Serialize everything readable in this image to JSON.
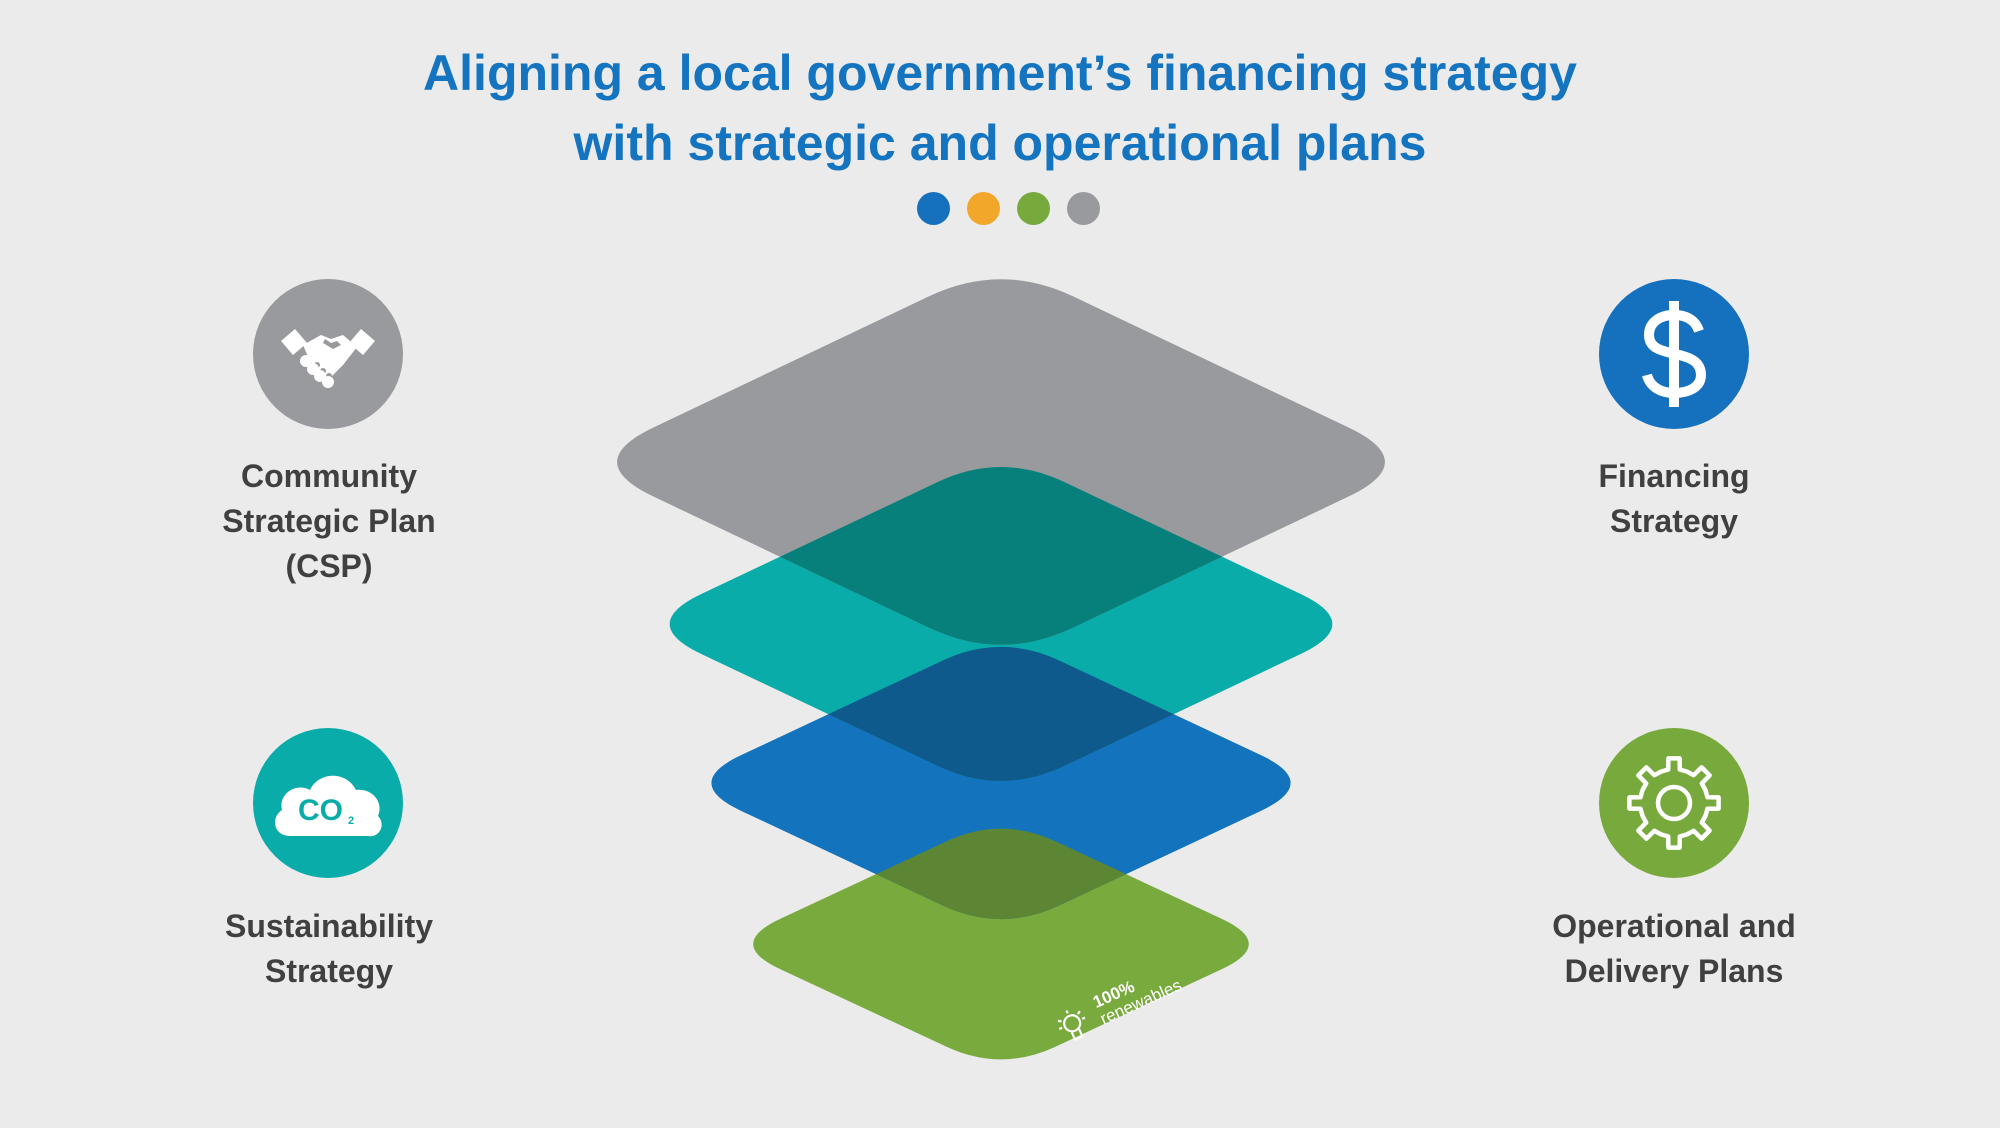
{
  "title": {
    "line1": "Aligning a local government’s financing strategy",
    "line2": "with strategic and operational plans"
  },
  "colors": {
    "title": "#1474bf",
    "dots": [
      "#1571bd",
      "#f2a62a",
      "#78a93d",
      "#999a9d"
    ],
    "layers": {
      "gray": "#999a9d",
      "teal": "#0aaca9",
      "blue": "#1473bd",
      "green": "#79aa3e",
      "gray_teal_overlap": "#07807b",
      "teal_blue_overlap": "#0f5a8c",
      "blue_green_overlap": "#5c8634"
    },
    "icons": {
      "handshake": "#999a9d",
      "co2": "#0aaca9",
      "dollar": "#1571bd",
      "gear": "#78a93d"
    }
  },
  "icons": {
    "csp": "handshake-icon",
    "sustainability": "co2-cloud-icon",
    "financing": "dollar-icon",
    "operational": "gear-icon",
    "logo": "lightbulb-logo-icon"
  },
  "items": {
    "csp": {
      "lines": [
        "Community",
        "Strategic Plan",
        "(CSP)"
      ]
    },
    "sustainability": {
      "lines": [
        "Sustainability",
        "Strategy"
      ]
    },
    "financing": {
      "lines": [
        "Financing",
        "Strategy"
      ]
    },
    "operational": {
      "lines": [
        "Operational and",
        "Delivery Plans"
      ]
    }
  },
  "co2_text": "CO",
  "co2_sub": "2",
  "logo": {
    "line1": "100%",
    "line2": "renewables"
  }
}
